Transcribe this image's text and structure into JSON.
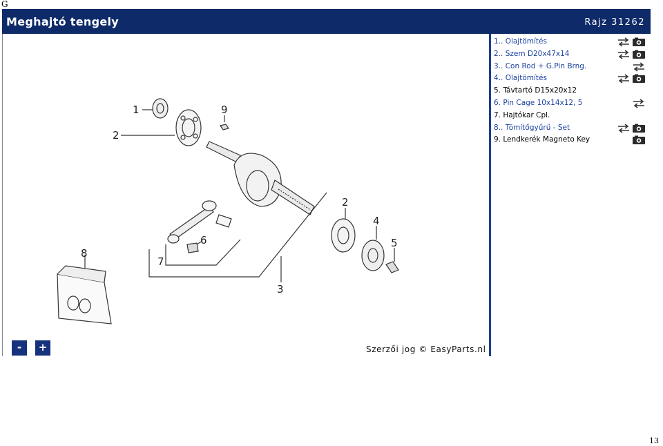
{
  "page": {
    "corner_top": "G",
    "corner_bottom": "13"
  },
  "header": {
    "title": "Meghajtó tengely",
    "drawing": "Rajz 31262"
  },
  "parts": [
    {
      "label": "1.. Olajtömítés",
      "link": true,
      "swap": true,
      "cart": true
    },
    {
      "label": "2.. Szem D20x47x14",
      "link": true,
      "swap": true,
      "cart": true
    },
    {
      "label": "3.. Con Rod + G.Pin Brng.",
      "link": true,
      "swap": true,
      "cart": false
    },
    {
      "label": "4.. Olajtömítés",
      "link": true,
      "swap": true,
      "cart": true
    },
    {
      "label": "5. Távtartó D15x20x12",
      "link": false,
      "swap": false,
      "cart": false
    },
    {
      "label": "6. Pin Cage 10x14x12, 5",
      "link": true,
      "swap": true,
      "cart": false
    },
    {
      "label": "7. Hajtókar Cpl.",
      "link": false,
      "swap": false,
      "cart": false
    },
    {
      "label": "8.. Tömítőgyűrű - Set",
      "link": true,
      "swap": true,
      "cart": true
    },
    {
      "label": "9. Lendkerék Magneto Key",
      "link": false,
      "swap": false,
      "cart": true
    }
  ],
  "diagram": {
    "callouts": [
      "1",
      "2",
      "9",
      "2",
      "4",
      "5",
      "6",
      "7",
      "8",
      "3"
    ]
  },
  "controls": {
    "zoom_out": "-",
    "zoom_in": "+"
  },
  "footer": {
    "copyright": "Szerzői jog © EasyParts.nl"
  },
  "colors": {
    "header_bg": "#0e2a68",
    "link": "#1a3fa0",
    "button_bg": "#16327e"
  }
}
